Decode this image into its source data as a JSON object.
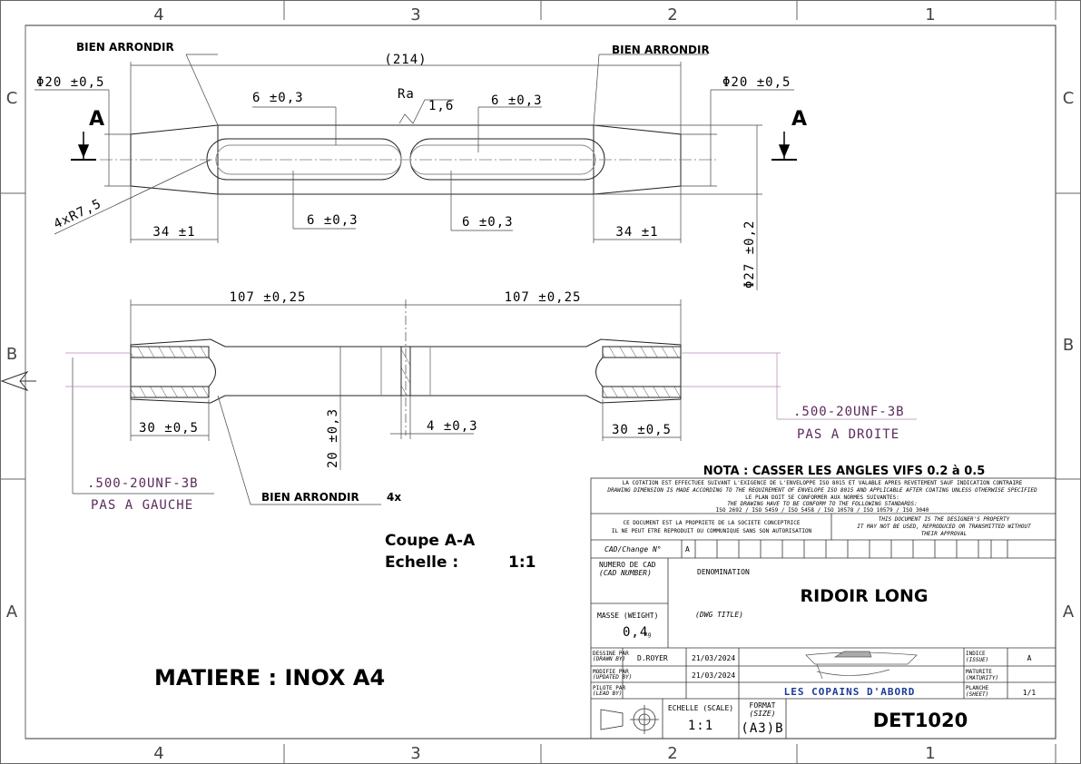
{
  "zones": {
    "columns": [
      "4",
      "3",
      "2",
      "1"
    ],
    "rows": [
      "C",
      "B",
      "A"
    ]
  },
  "callouts": {
    "bien_arrondir_left": "BIEN ARRONDIR",
    "bien_arrondir_right": "BIEN ARRONDIR",
    "bien_arrondir_bottom": "BIEN ARRONDIR",
    "bien_arrondir_bottom_qty": "4x",
    "section_marker": "A",
    "radius": "4xR7,5",
    "roughness_label": "Ra",
    "roughness_value": "1,6"
  },
  "dimensions": {
    "total_length": "(214)",
    "dia_left": "Φ20 ±0,5",
    "dia_right": "Φ20 ±0,5",
    "slot_top_left": "6 ±0,3",
    "slot_top_right": "6 ±0,3",
    "slot_bottom_left": "6 ±0,3",
    "slot_bottom_right": "6 ±0,3",
    "end_left": "34 ±1",
    "end_right": "34 ±1",
    "dia_27": "Φ27 ±0,2",
    "half_left": "107 ±0,25",
    "half_right": "107 ±0,25",
    "thread_left_len": "30 ±0,5",
    "thread_right_len": "30 ±0,5",
    "height_20": "20 ±0,3",
    "width_4": "4 ±0,3"
  },
  "threads": {
    "right_spec": ".500-20UNF-3B",
    "right_dir": "PAS A DROITE",
    "left_spec": ".500-20UNF-3B",
    "left_dir": "PAS A GAUCHE"
  },
  "section": {
    "title": "Coupe A-A",
    "scale_label": "Echelle :",
    "scale_value": "1:1"
  },
  "material": "MATIERE : INOX A4",
  "title_block": {
    "nota": "NOTA : CASSER LES ANGLES VIFS 0.2 à 0.5",
    "note_fr": "LA COTATION EST EFFECTUEE SUIVANT L'EXIGENCE DE L'ENVELOPPE ISO 8015 ET VALABLE APRES REVETEMENT SAUF INDICATION CONTRAIRE",
    "note_en": "DRAWING DIMENSION IS MADE ACCORDING TO THE REQUIREMENT OF ENVELOPE ISO 8015 AND APPLICABLE AFTER COATING UNLESS OTHERWISE SPECIFIED",
    "standards_fr": "LE PLAN DOIT SE CONFORMER AUX NORMES SUIVANTES:",
    "standards_en": "THE DRAWING HAVE TO BE CONFORM TO THE FOLLOWING STANDARDS:",
    "standards_list": "ISO 2692 / ISO 5459 / ISO 5458 / ISO 10578 / ISO 10579 / ISO 3040",
    "property_fr_1": "CE DOCUMENT EST LA PROPRIETE DE LA SOCIETE CONCEPTRICE",
    "property_fr_2": "IL NE PEUT ETRE REPRODUIT OU COMMUNIQUE SANS SON AUTORISATION",
    "property_en_1": "THIS DOCUMENT IS THE DESIGNER'S PROPERTY",
    "property_en_2": "IT MAY NOT BE USED, REPRODUCED OR TRANSMITTED WITHOUT",
    "property_en_3": "THEIR APPROVAL",
    "cad_change": "CAD/Change N°",
    "cad_change_value": "A",
    "cad_number_1": "NUMERO DE CAD",
    "cad_number_2": "(CAD NUMBER)",
    "denomination": "DENOMINATION",
    "title": "RIDOIR LONG",
    "dwg_title": "(DWG TITLE)",
    "masse": "MASSE (WEIGHT)",
    "masse_value": "0,4",
    "masse_unit": "kg",
    "drawn_by_label_1": "DESSINE PAR",
    "drawn_by_label_2": "(DRAWN BY)",
    "drawn_by": "D.ROYER",
    "drawn_date": "21/03/2024",
    "modified_label_1": "MODIFIE PAR",
    "modified_label_2": "(UPDATED BY)",
    "modified_date": "21/03/2024",
    "pilot_label_1": "PILOTE PAR",
    "pilot_label_2": "(LEAD BY)",
    "company": "LES COPAINS D'ABORD",
    "indice_label_1": "INDICE",
    "indice_label_2": "(ISSUE)",
    "indice": "A",
    "maturite_label_1": "MATURITE",
    "maturite_label_2": "(MATURITY)",
    "planche_label_1": "PLANCHE",
    "planche_label_2": "(SHEET)",
    "planche": "1/1",
    "echelle_label": "ECHELLE (SCALE)",
    "echelle": "1:1",
    "format_label_1": "FORMAT",
    "format_label_2": "(SIZE)",
    "format": "(A3)B",
    "drawing_number": "DET1020"
  }
}
